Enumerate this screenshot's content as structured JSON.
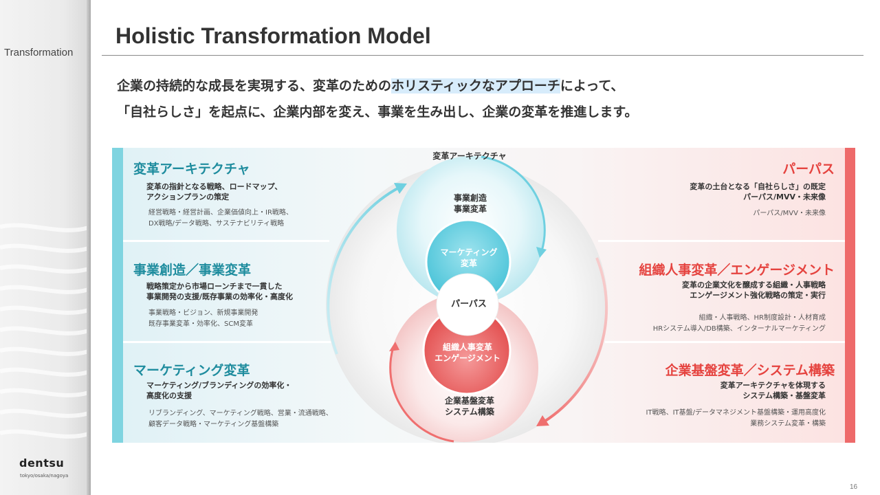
{
  "sidebar": {
    "section_label": "Transformation",
    "logo": "dentsu",
    "logo_sub": "tokyo/osaka/nagoya"
  },
  "title": "Holistic Transformation Model",
  "lead": {
    "line1_pre": "企業の持続的な成長を実現する、変革のための",
    "line1_highlight": "ホリスティックなアプローチ",
    "line1_post": "によって、",
    "line2": "「自社らしさ」を起点に、企業内部を変え、事業を生み出し、企業の変革を推進します。"
  },
  "blocks": {
    "architecture": {
      "title": "変革アーキテクチャ",
      "desc": [
        "変革の指針となる戦略、ロードマップ、",
        "アクションプランの策定"
      ],
      "sub": [
        "経営戦略・経営計画、企業価値向上・IR戦略、",
        "DX戦略/データ戦略、サステナビリティ戦略"
      ]
    },
    "business": {
      "title": "事業創造／事業変革",
      "desc": [
        "戦略策定から市場ローンチまで一貫した",
        "事業開発の支援/既存事業の効率化・高度化"
      ],
      "sub": [
        "事業戦略・ビジョン、新規事業開発",
        "既存事業変革・効率化、SCM変革"
      ]
    },
    "marketing": {
      "title": "マーケティング変革",
      "desc": [
        "マーケティング/ブランディングの効率化・",
        "高度化の支援"
      ],
      "sub": [
        "リブランディング、マーケティング戦略、営業・流通戦略、",
        "顧客データ戦略・マーケティング基盤構築"
      ]
    },
    "purpose": {
      "title": "パーパス",
      "desc": [
        "変革の土台となる「自社らしさ」の既定",
        "パーパス/MVV・未来像"
      ],
      "sub": [
        "パーパス/MVV・未来像"
      ]
    },
    "org": {
      "title": "組織人事変革／エンゲージメント",
      "desc": [
        "変革の企業文化を醸成する組織・人事戦略",
        "エンゲージメント強化戦略の策定・実行"
      ],
      "sub": [
        "組織・人事戦略、HR制度設計・人材育成",
        "HRシステム導入/DB構築、インターナルマーケティング"
      ]
    },
    "system": {
      "title": "企業基盤変革／システム構築",
      "desc": [
        "変革アーキテクチャを体現する",
        "システム構築・基盤変革"
      ],
      "sub": [
        "IT戦略、IT基盤/データマネジメント基盤構築・運用高度化",
        "業務システム変革・構築"
      ]
    }
  },
  "diagram": {
    "top_label": "変革アーキテクチャ",
    "upper": [
      "事業創造",
      "事業変革"
    ],
    "marketing": [
      "マーケティング",
      "変革"
    ],
    "center": "パーパス",
    "org": [
      "組織人事変革",
      "エンゲージメント"
    ],
    "lower": [
      "企業基盤変革",
      "システム構築"
    ]
  },
  "colors": {
    "blue_accent": "#1e8c9e",
    "red_accent": "#e5433f",
    "blue_bar": "#7fd4e0",
    "red_bar": "#ee6a6a"
  },
  "page_number": "16"
}
